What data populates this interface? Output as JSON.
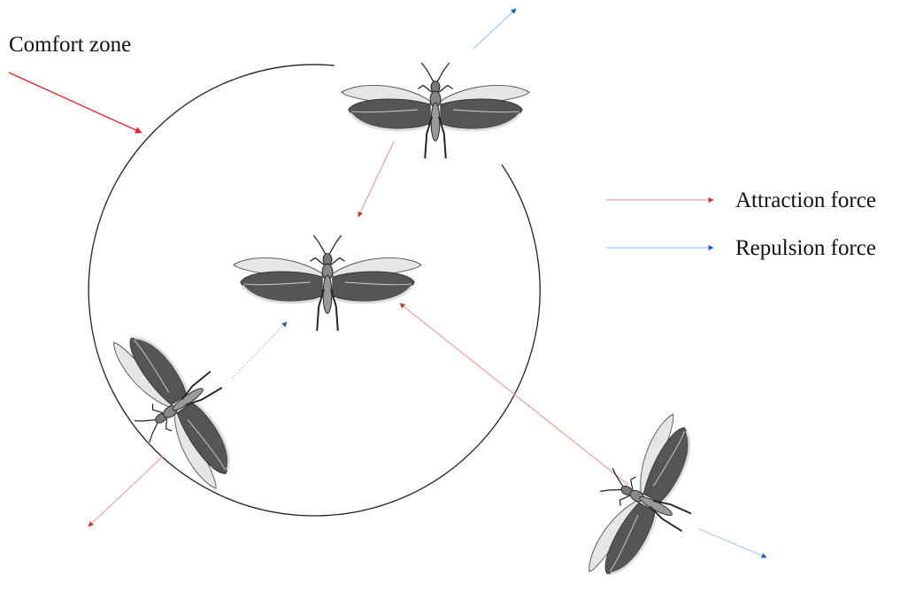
{
  "labels": {
    "comfort_zone": "Comfort zone",
    "attraction": "Attraction force",
    "repulsion": "Repulsion force"
  },
  "colors": {
    "attraction": "#c0392b",
    "attraction_light": "#e8a0a0",
    "repulsion": "#1f5fbf",
    "repulsion_light": "#a9c4ee",
    "comfort_pointer": "#e8202a",
    "circle": "#222222",
    "insect_wing_dark": "#444444",
    "insect_wing_light": "#cfcfcf"
  },
  "icons": {
    "insect": "grasshopper-icon"
  }
}
